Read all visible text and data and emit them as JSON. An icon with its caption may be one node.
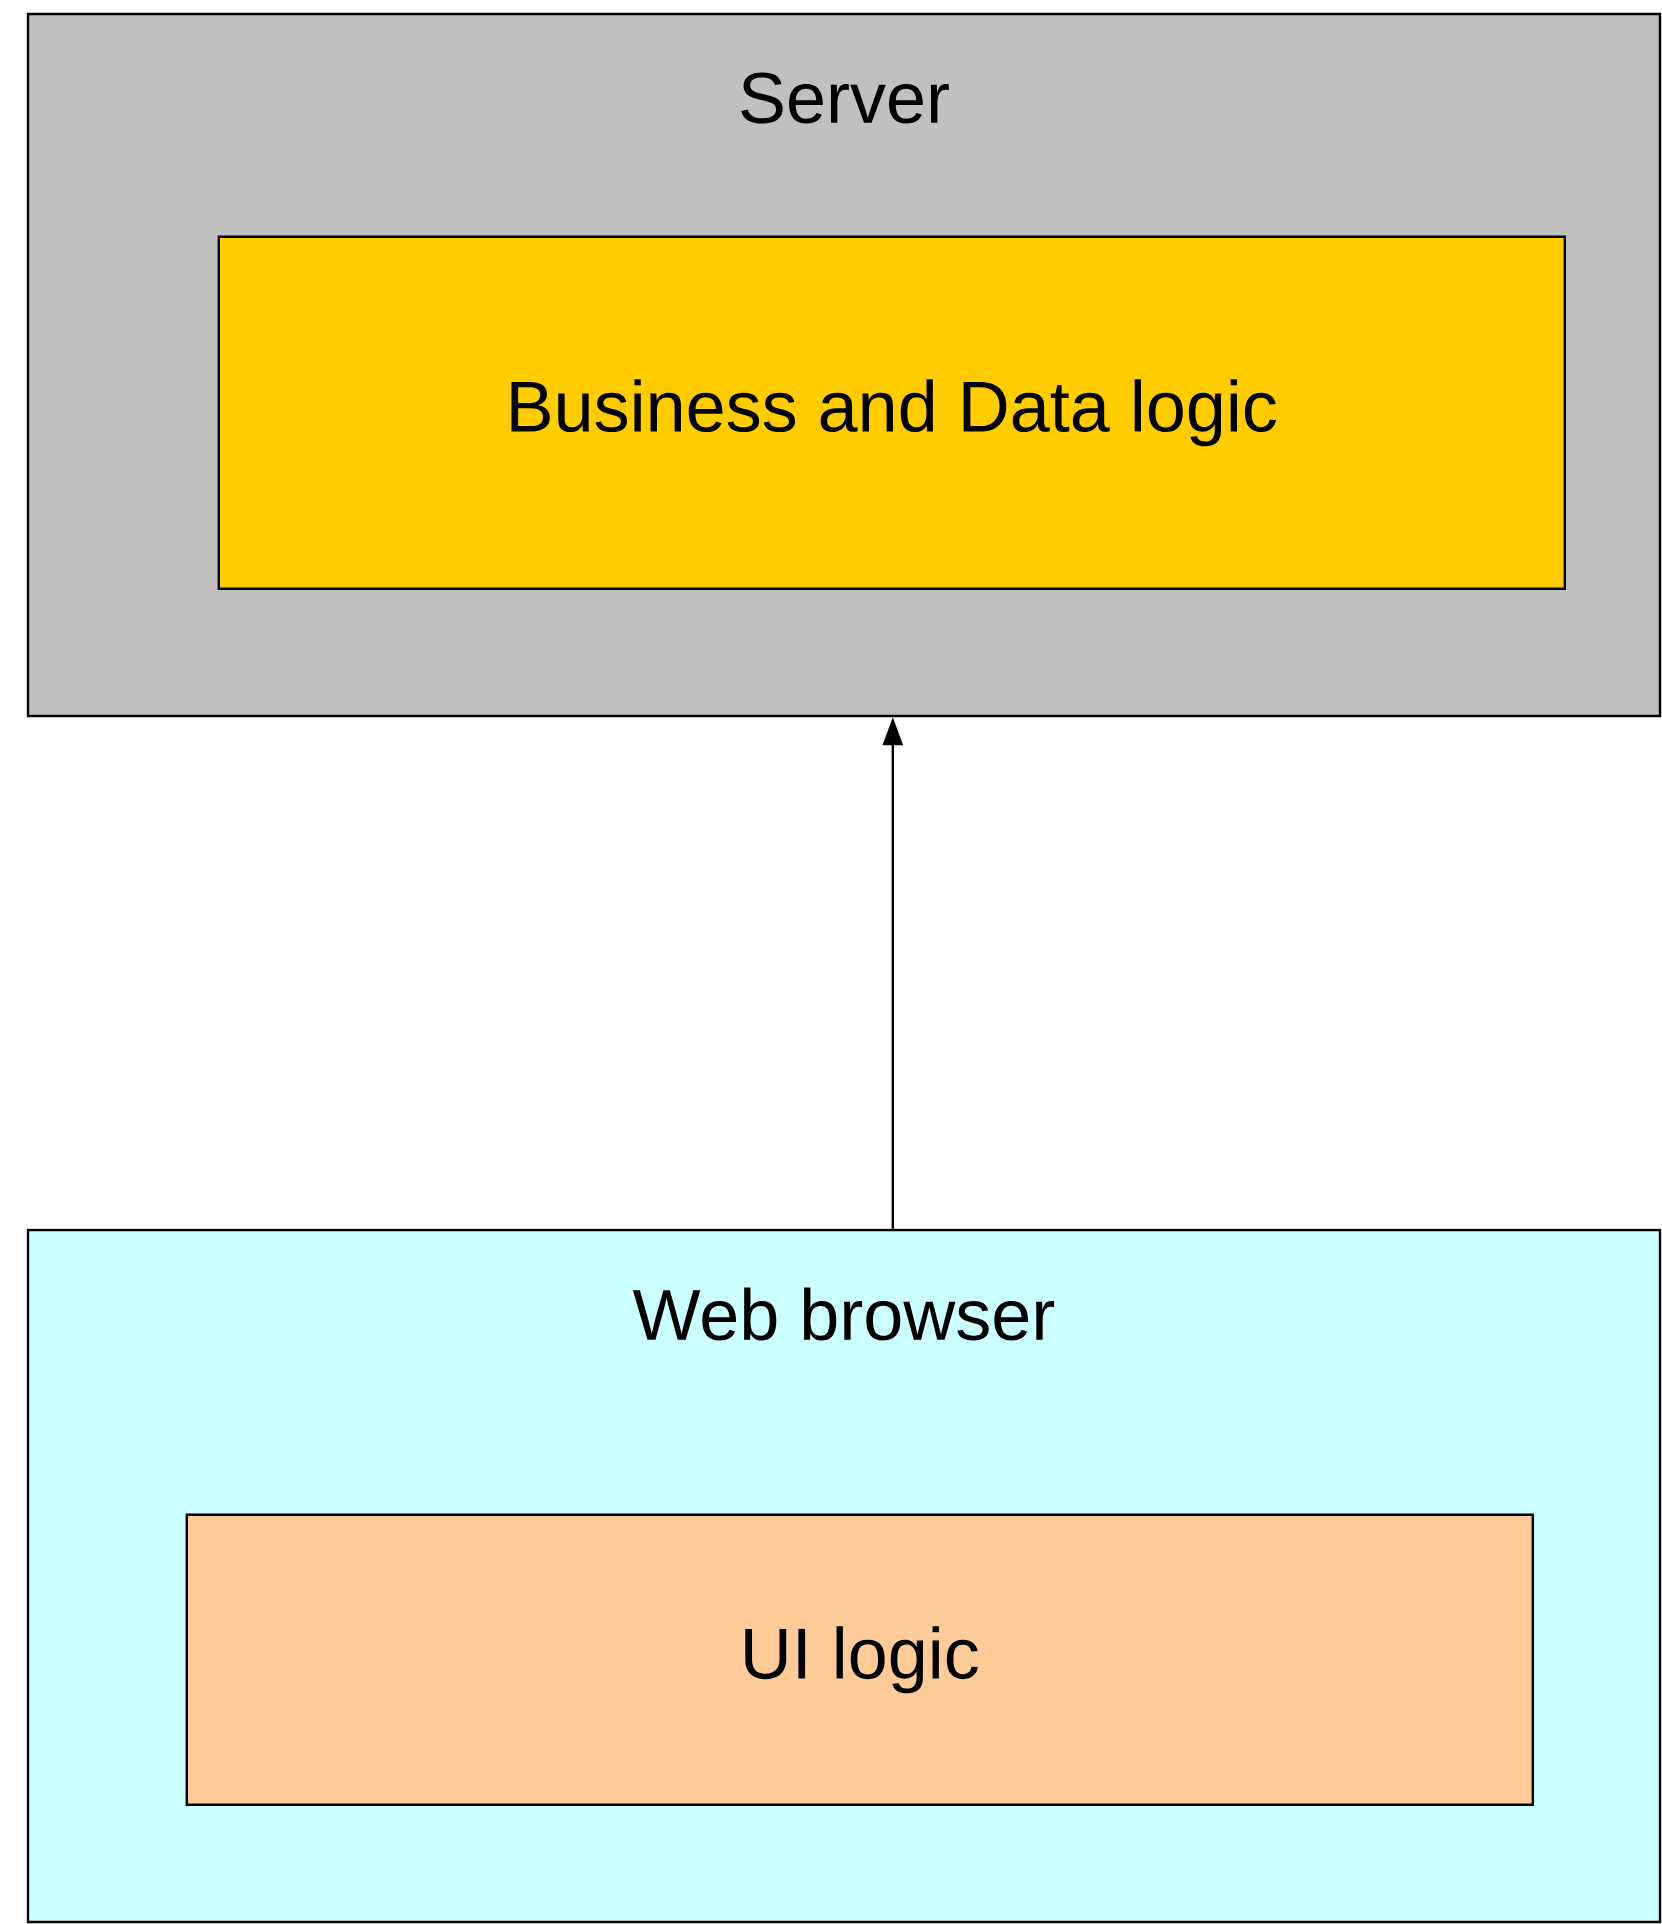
{
  "diagram": {
    "nodes": [
      {
        "text": [
          "Server"
        ]
      },
      {
        "text": [
          "Business and Data logic"
        ],
        "in": 0
      },
      {
        "text": [
          "Web browser"
        ]
      },
      {
        "text": [
          "UI logic"
        ],
        "in": 2
      }
    ],
    "edges": [
      {
        "from": 2,
        "to": 0,
        "arrow": "to"
      }
    ]
  }
}
